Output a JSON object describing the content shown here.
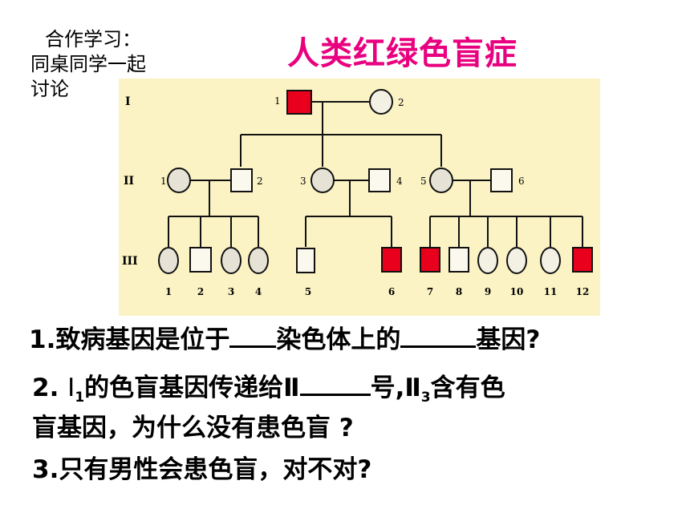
{
  "side_note": {
    "line1": "合作学习：",
    "line2": "同桌同学一起",
    "line3": "讨论"
  },
  "title": "人类红绿色盲症",
  "pedigree": {
    "gen_labels": [
      "I",
      "II",
      "III"
    ],
    "affected_color": "#e8001c",
    "background_color": "#fbf3c4",
    "gen1": [
      {
        "num": "1",
        "affected": true
      },
      {
        "num": "2"
      }
    ],
    "gen2": [
      {
        "num": "1"
      },
      {
        "num": "2"
      },
      {
        "num": "3"
      },
      {
        "num": "4"
      },
      {
        "num": "5"
      },
      {
        "num": "6"
      }
    ],
    "gen3": [
      {
        "num": "1"
      },
      {
        "num": "2"
      },
      {
        "num": "3"
      },
      {
        "num": "4"
      },
      {
        "num": "5"
      },
      {
        "num": "6",
        "affected": true
      },
      {
        "num": "7",
        "affected": true
      },
      {
        "num": "8"
      },
      {
        "num": "9"
      },
      {
        "num": "10"
      },
      {
        "num": "11"
      },
      {
        "num": "12",
        "affected": true
      }
    ]
  },
  "questions": {
    "q1": {
      "num": "1.",
      "part1": "致病基因是位于",
      "part2": "染色体上的",
      "part3": "基因?"
    },
    "q2": {
      "num": "2.",
      "roman_i": "Ⅰ",
      "sub1": "1",
      "part1": "的色盲基因传递给Ⅱ",
      "part2": "号,Ⅱ",
      "sub2": "3",
      "part3": "含有色",
      "line2": "盲基因，为什么没有患色盲 ?"
    },
    "q3": {
      "num": "3.",
      "text": "只有男性会患色盲，对不对?"
    }
  }
}
